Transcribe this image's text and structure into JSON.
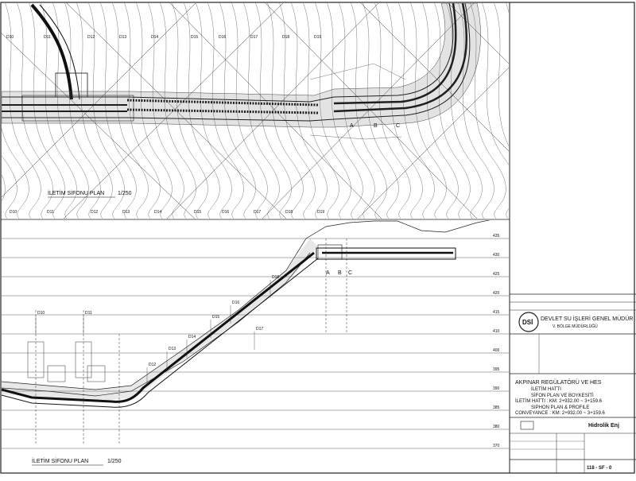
{
  "plan": {
    "title": "İLETİM SİFONU PLAN",
    "scale": "1/250",
    "stations": [
      "D10",
      "D11",
      "D12",
      "D13",
      "D14",
      "D15",
      "D16",
      "D17",
      "D18",
      "D19"
    ],
    "markers": [
      "A",
      "B",
      "C"
    ]
  },
  "profile": {
    "title": "İLETİM SİFONU PLAN",
    "scale": "1/250",
    "elevations": [
      "435",
      "430",
      "425",
      "420",
      "415",
      "410",
      "400",
      "395",
      "390",
      "385",
      "380",
      "370"
    ],
    "stations": [
      "D10",
      "D11",
      "D12",
      "D13",
      "D14",
      "D15",
      "D16",
      "D17",
      "D18"
    ],
    "markers": [
      "A",
      "B",
      "C"
    ]
  },
  "title_block": {
    "org_line1": "DEVLET SU İŞLERİ GENEL MÜDÜR",
    "org_line2": "V. BÖLGE MÜDÜRLÜĞÜ",
    "logo_text": "DSİ",
    "project_name": "AKPINAR REGÜLATÖRÜ VE HES",
    "line1": "İLETİM HATTI",
    "line2": "SİFON PLAN VE BOYKESİTİ",
    "line3": "İLETİM HATTI : KM: 2+932.00 ~ 3+159.6",
    "line4": "SIPHON PLAN & PROFILE",
    "line5": "CONVEYANCE : KM: 2+932.00 ~ 3+159.6",
    "company": "Hidrolik Enj",
    "drawing_no": "118 - SF - 0"
  }
}
